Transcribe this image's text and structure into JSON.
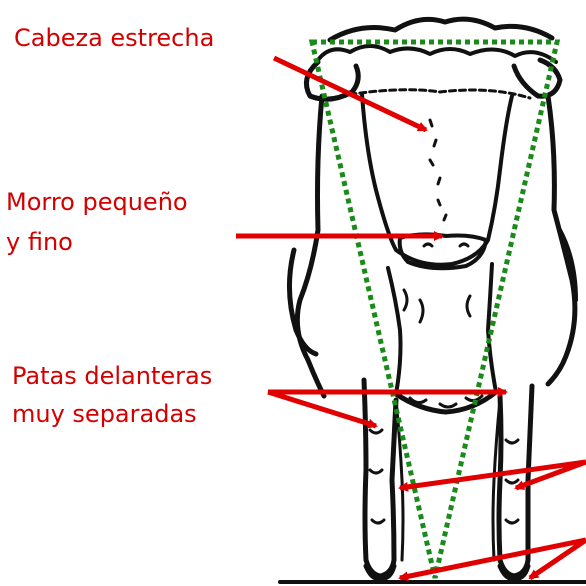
{
  "labels": {
    "head": "Cabeza estrecha",
    "muzzle_line1": "Morro pequeño",
    "muzzle_line2": "y fino",
    "legs_line1": "Patas delanteras",
    "legs_line2": "muy separadas"
  },
  "colors": {
    "label_text": "#d40000",
    "arrow": "#e00000",
    "triangle": "#1a8a1a",
    "drawing": "#111111"
  }
}
